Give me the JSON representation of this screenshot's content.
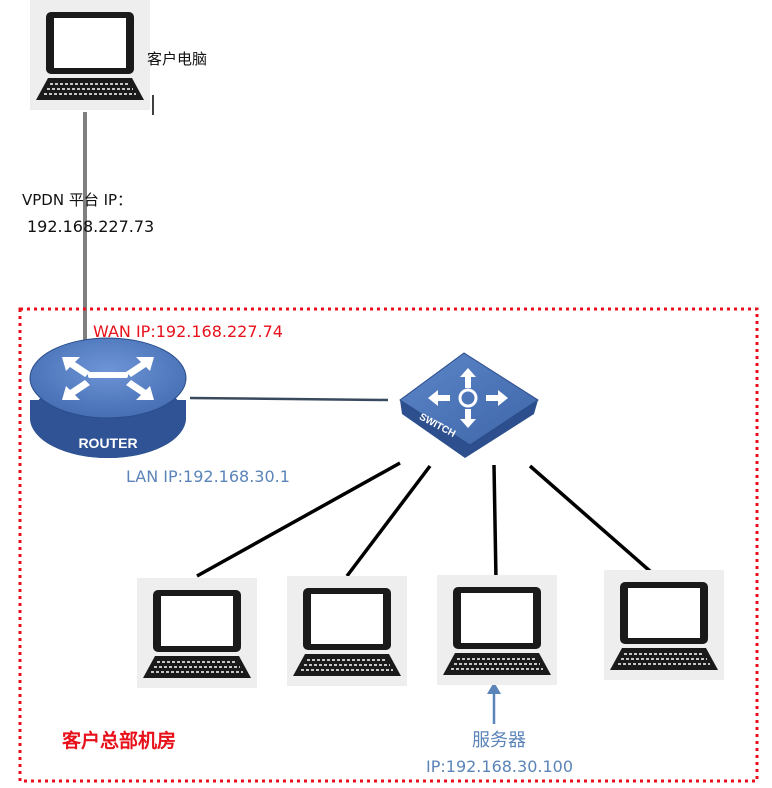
{
  "diagram": {
    "client_pc_label": "客户电脑",
    "vpdn_label": "VPDN  平台 IP：",
    "vpdn_ip": "192.168.227.73",
    "wan_ip": "WAN IP:192.168.227.74",
    "router_text": "ROUTER",
    "lan_ip": "LAN IP:192.168.30.1",
    "switch_text": "SWITCH",
    "server_label": "服务器",
    "server_ip": "IP:192.168.30.100",
    "hq_room_label": "客户总部机房"
  },
  "colors": {
    "red": "#e8111b",
    "blue": "#5b84b8",
    "router_blue": "#4a75bd",
    "laptop_bg": "#eeeeee"
  }
}
